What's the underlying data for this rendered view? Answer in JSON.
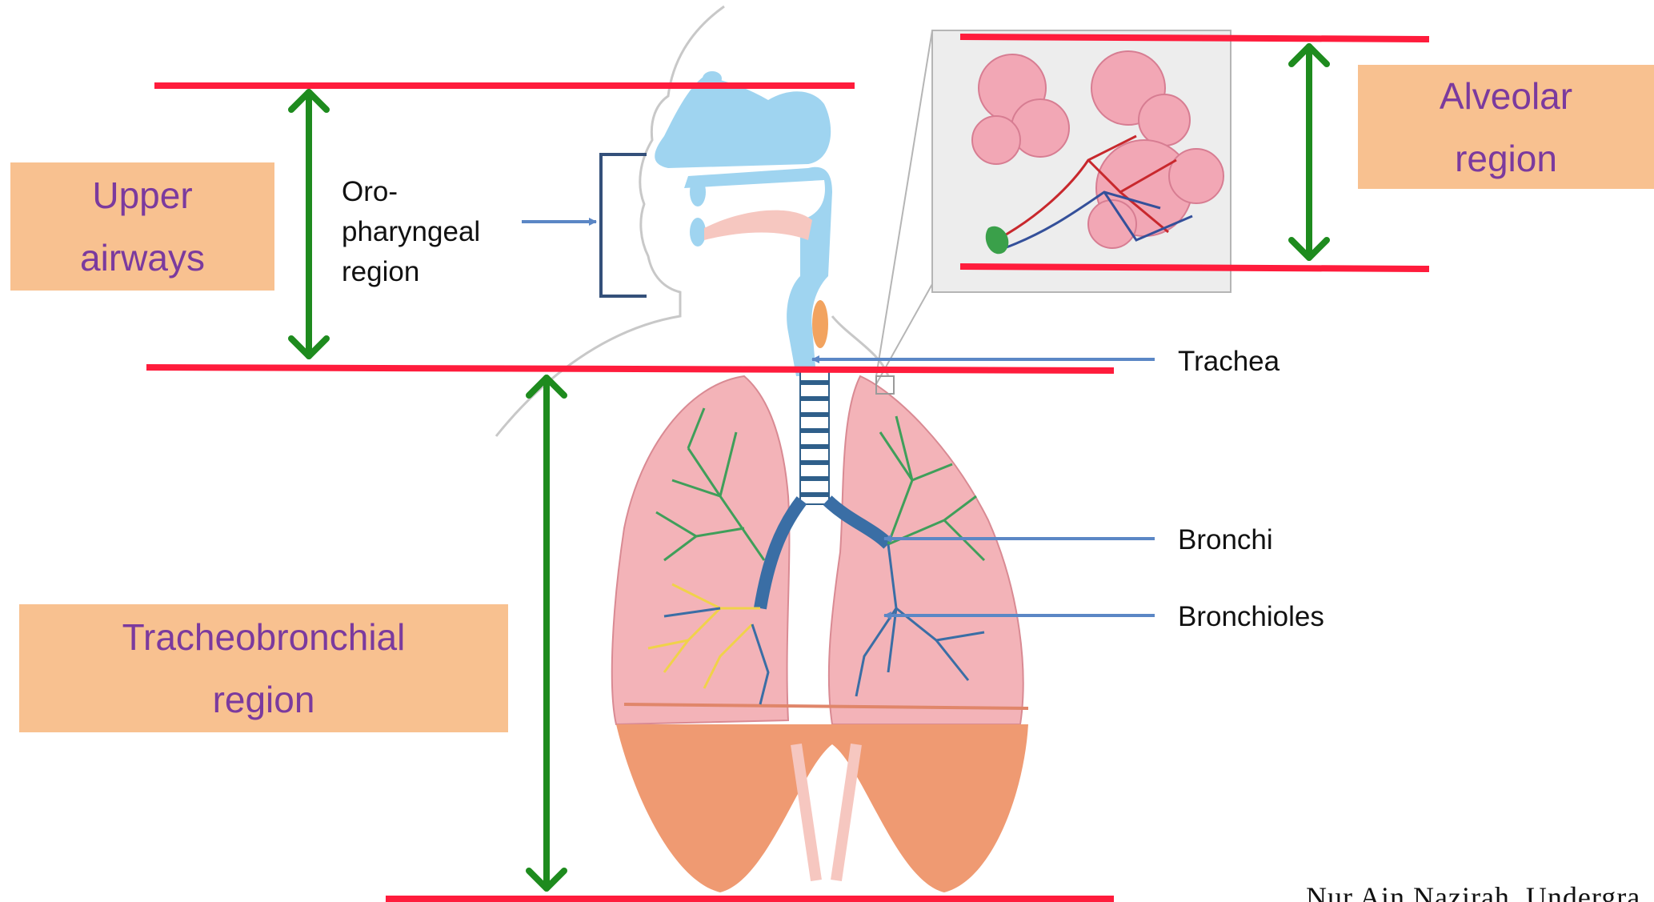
{
  "regions": {
    "upper_airways": [
      "Upper",
      "airways"
    ],
    "tracheobronchial": [
      "Tracheobronchial",
      "region"
    ],
    "alveolar": [
      "Alveolar",
      "region"
    ]
  },
  "labels": {
    "oropharyngeal": [
      "Oro-",
      "pharyngeal",
      "region"
    ],
    "trachea": "Trachea",
    "bronchi": "Bronchi",
    "bronchioles": "Bronchioles"
  },
  "credit": "Nur Ain Nazirah, Undergra",
  "colors": {
    "boundary_line": "#ff1c3c",
    "extent_arrow": "#1e8b1e",
    "pointer_arrow": "#5b87c5",
    "label_box": "#f8c190",
    "label_text": "#7b3a9e",
    "lung": "#f3b3b8",
    "diaphragm": "#ef9a72",
    "airway": "#9fd4f0"
  }
}
